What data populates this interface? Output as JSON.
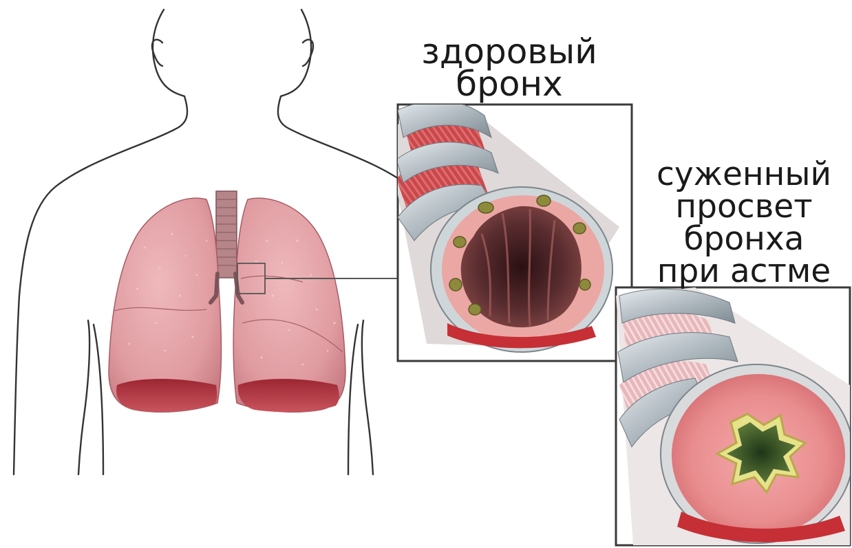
{
  "labels": {
    "healthy_line1": "здоровый",
    "healthy_line2": "бронх",
    "asthma_line1": "суженный",
    "asthma_line2": "просвет",
    "asthma_line3": "бронха",
    "asthma_line4": "при астме"
  },
  "colors": {
    "lung": "#e0999e",
    "lung_dark": "#b63a45",
    "airway_lining": "#e99a98",
    "muscle_band": "#c7474a",
    "cartilage_ring": "#bfc6cb",
    "lumen_dark": "#4a2328",
    "mucus_plug": "#8d8a3c",
    "asthma_wall": "#e98d8f",
    "asthma_lumen": "#3d5a2e",
    "frame": "#3a3a3a"
  }
}
